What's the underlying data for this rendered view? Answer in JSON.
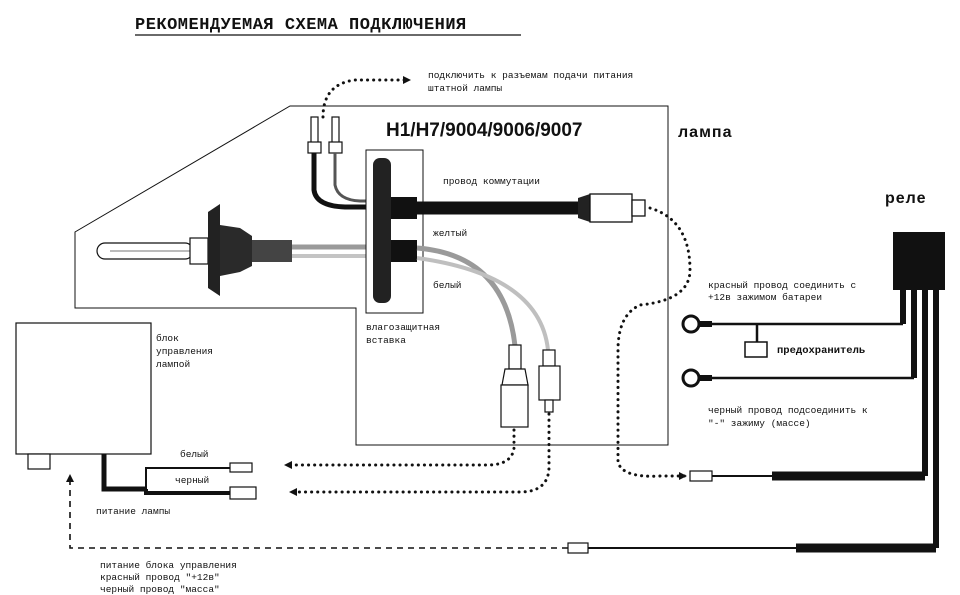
{
  "title": "РЕКОМЕНДУЕМАЯ СХЕМА ПОДКЛЮЧЕНИЯ",
  "lamp_models": "H1/H7/9004/9006/9007",
  "labels": {
    "lamp": "лампа",
    "relay": "реле",
    "stock_power_line1": "подключить к разъемам подачи питания",
    "stock_power_line2": "штатной лампы",
    "switch_wire": "провод коммутации",
    "yellow": "желтый",
    "white_lamp": "белый",
    "seal_line1": "влагозащитная",
    "seal_line2": "вставка",
    "control_unit_line1": "блок",
    "control_unit_line2": "управления",
    "control_unit_line3": "лампой",
    "white_unit": "белый",
    "black_unit": "черный",
    "lamp_power": "питание лампы",
    "red_wire_line1": "красный провод соединить с",
    "red_wire_line2": "+12в зажимом батареи",
    "fuse": "предохранитель",
    "black_wire_line1": "черный провод подсоединить к",
    "black_wire_line2": "\"-\" зажиму (массе)",
    "unit_power_line1": "питание блока управления",
    "unit_power_line2": "красный провод \"+12в\"",
    "unit_power_line3": "черный провод \"масса\""
  },
  "colors": {
    "ink": "#111111",
    "paper": "#ffffff",
    "grey_wire": "#9a9a9a"
  }
}
